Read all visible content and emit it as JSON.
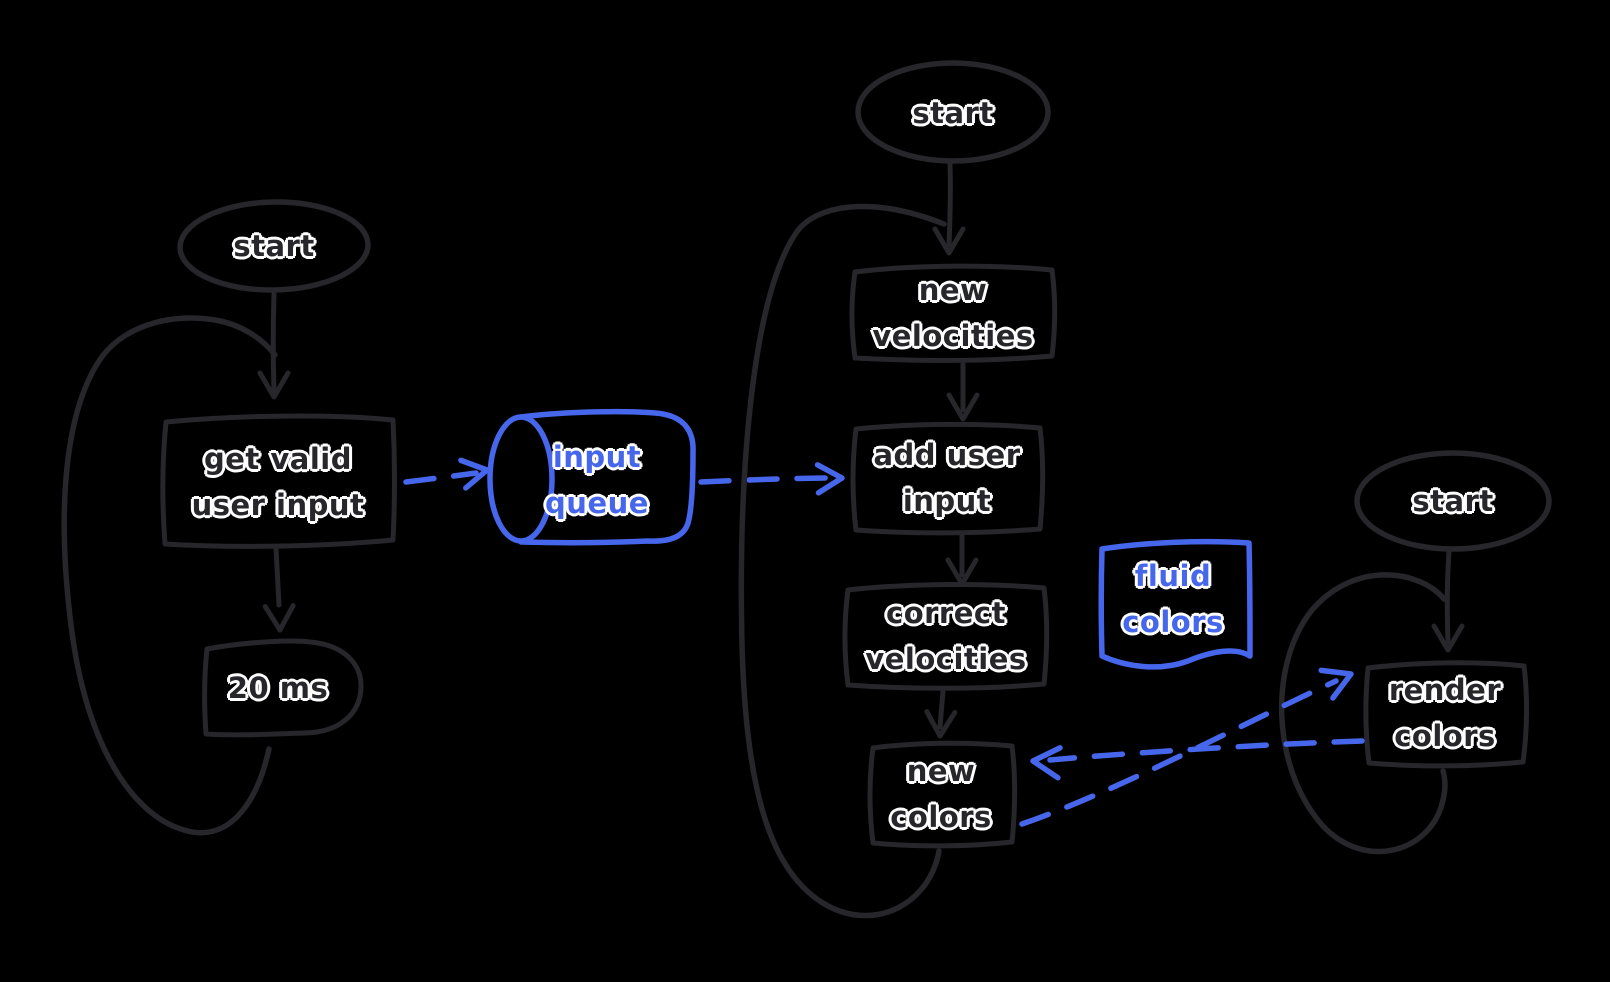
{
  "palette": {
    "background": "#000000",
    "ink": "#26262b",
    "accent_blue": "#4667eb",
    "text_outline": "#ffffff"
  },
  "diagram": {
    "input_loop": {
      "start": "start",
      "process": "get valid user input",
      "delay": "20 ms"
    },
    "queue": {
      "label": "input queue",
      "shape": "cylinder"
    },
    "sim_loop": {
      "start": "start",
      "steps": [
        "new velocities",
        "add user input",
        "correct velocities",
        "new colors"
      ]
    },
    "store": {
      "label": "fluid colors",
      "shape": "document"
    },
    "render_loop": {
      "start": "start",
      "process": "render colors"
    }
  }
}
